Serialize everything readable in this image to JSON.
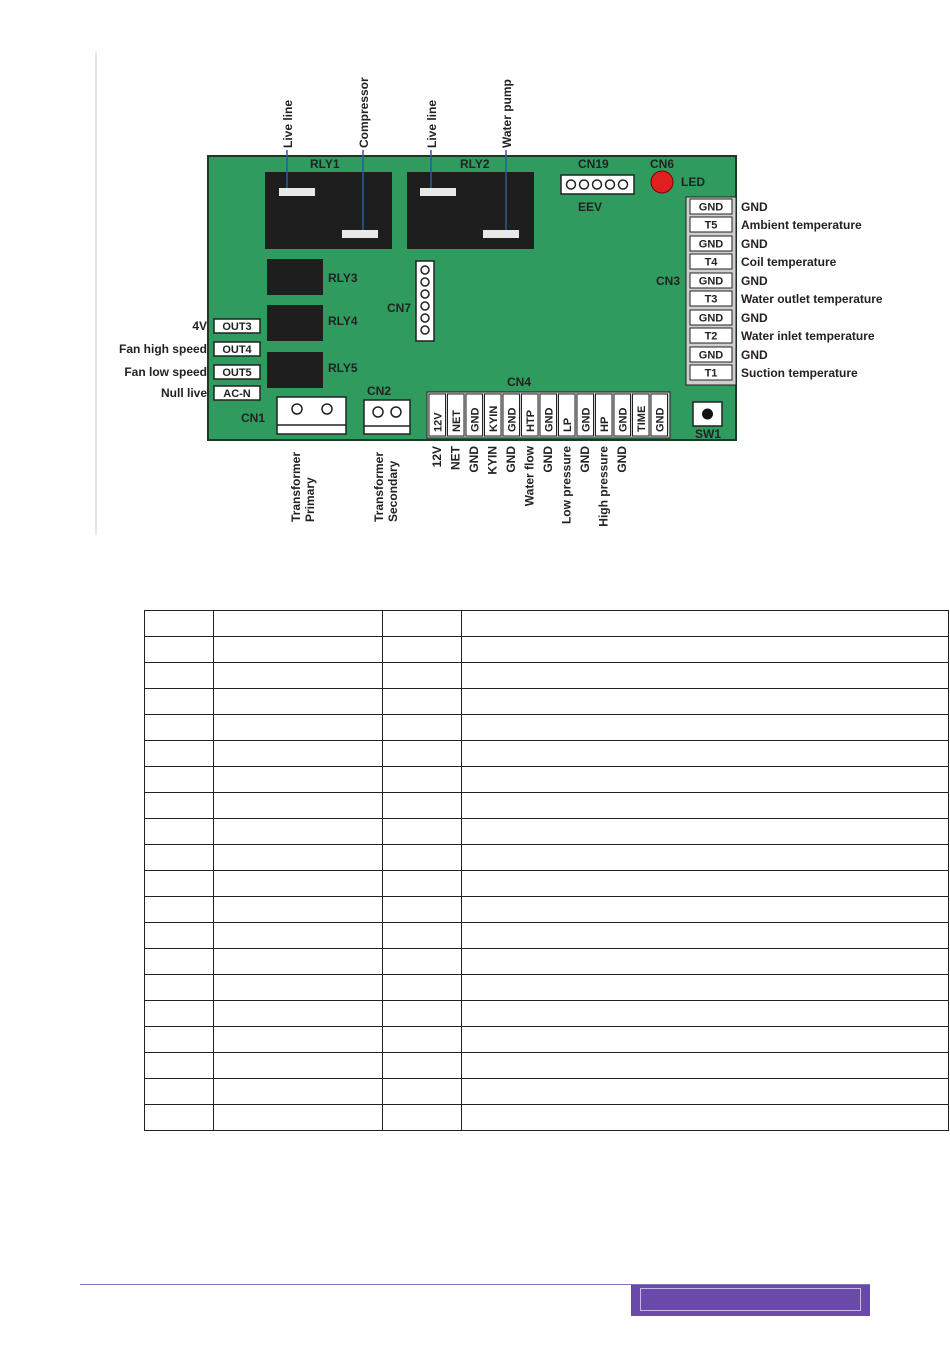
{
  "board": {
    "top_wires": [
      "Live line",
      "Compressor",
      "Live line",
      "Water pump"
    ],
    "relays": [
      "RLY1",
      "RLY2",
      "RLY3",
      "RLY4",
      "RLY5"
    ],
    "cn19": "CN19",
    "eev": "EEV",
    "cn6": "CN6",
    "led": "LED",
    "cn7": "CN7",
    "cn3": "CN3",
    "cn3_pins": [
      "GND",
      "T5",
      "GND",
      "T4",
      "GND",
      "T3",
      "GND",
      "T2",
      "GND",
      "T1"
    ],
    "cn3_labels": [
      "GND",
      "Ambient temperature",
      "GND",
      "Coil  temperature",
      "GND",
      "Water outlet  temperature",
      "GND",
      "Water inlet  temperature",
      "GND",
      "Suction  temperature"
    ],
    "left_outputs": [
      {
        "label": "4V",
        "box": "OUT3"
      },
      {
        "label": "Fan high speed",
        "box": "OUT4"
      },
      {
        "label": "Fan low speed",
        "box": "OUT5"
      },
      {
        "label": "Null live",
        "box": "AC-N"
      }
    ],
    "cn1": "CN1",
    "cn2": "CN2",
    "cn4": "CN4",
    "sw1": "SW1",
    "cn4_pins": [
      "12V",
      "NET",
      "GND",
      "KYIN",
      "GND",
      "HTP",
      "GND",
      "LP",
      "GND",
      "HP",
      "GND",
      "TIME",
      "GND"
    ],
    "bottom_labels": [
      "12V",
      "NET",
      "GND",
      "KYIN",
      "GND",
      "Water flow",
      "GND",
      "Low pressure",
      "GND",
      "High pressure",
      "GND"
    ],
    "transformer_primary": [
      "Transformer",
      "Primary"
    ],
    "transformer_secondary": [
      "Transformer",
      "Secondary"
    ]
  },
  "table": {
    "rows": 20
  },
  "colors": {
    "board": "#2f9b5f",
    "relay": "#1e1e1e",
    "pad": "#e8e8e8",
    "led": "#e02020",
    "footer": "#6a4aa8"
  }
}
